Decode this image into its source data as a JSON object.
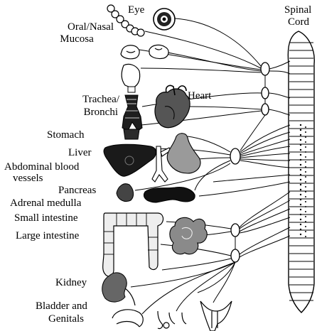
{
  "labels": {
    "eye": "Eye",
    "oral_nasal_1": "Oral/Nasal",
    "oral_nasal_2": "Mucosa",
    "trachea_1": "Trachea/",
    "trachea_2": "Bronchi",
    "heart": "Heart",
    "stomach": "Stomach",
    "liver": "Liver",
    "abdominal_1": "Abdominal blood",
    "abdominal_2": "vessels",
    "pancreas": "Pancreas",
    "adrenal": "Adrenal medulla",
    "small_intestine": "Small intestine",
    "large_intestine": "Large intestine",
    "kidney": "Kidney",
    "bladder_1": "Bladder and",
    "bladder_2": "Genitals",
    "spinal_1": "Spinal",
    "spinal_2": "Cord"
  },
  "colors": {
    "stroke": "#000000",
    "organ_dark": "#2b2b2b",
    "organ_mid": "#6a6a6a",
    "organ_light": "#b8b8b8",
    "organ_pale": "#e6e6e6"
  }
}
